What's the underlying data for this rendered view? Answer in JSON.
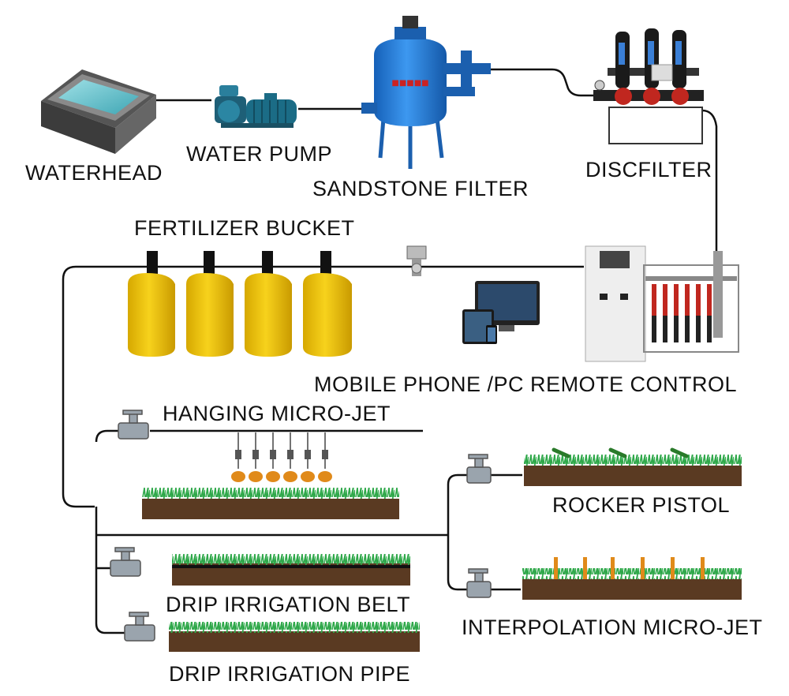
{
  "labels": {
    "waterhead": "WATERHEAD",
    "water_pump": "WATER PUMP",
    "sandstone_filter": "SANDSTONE FILTER",
    "discfilter": "DISCFILTER",
    "fertilizer_bucket": "FERTILIZER BUCKET",
    "remote_control": "MOBILE PHONE /PC REMOTE CONTROL",
    "hanging_micro_jet": "HANGING MICRO-JET",
    "rocker_pistol": "ROCKER PISTOL",
    "drip_irrigation_belt": "DRIP IRRIGATION BELT",
    "interpolation_micro_jet": "INTERPOLATION MICRO-JET",
    "drip_irrigation_pipe": "DRIP IRRIGATION PIPE"
  },
  "colors": {
    "pipe": "#111111",
    "soil": "#5a3a22",
    "grass": "#2fa84a",
    "bucket": "#f2c40c",
    "filter_blue": "#1f7ad9",
    "pump_teal": "#1b6c86",
    "cabinet": "#eeeeee",
    "valve": "#9aa4ad",
    "disc_red": "#c0271f"
  }
}
